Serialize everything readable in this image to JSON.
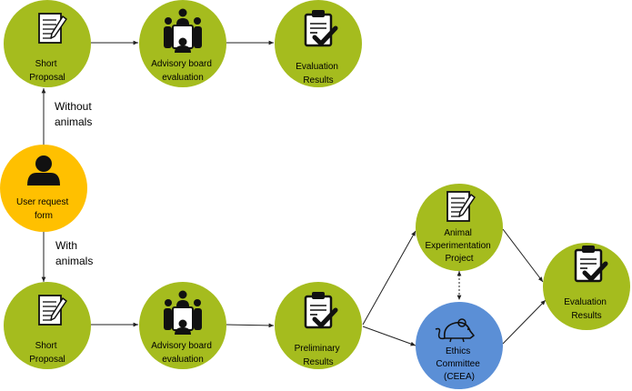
{
  "colors": {
    "node_green": "#A5BC1E",
    "node_yellow": "#FFC000",
    "node_blue": "#5B8FD6",
    "edge": "#222222"
  },
  "nodes": {
    "user_request": {
      "lines": [
        "User request",
        "form"
      ],
      "icon": "person-icon"
    },
    "short_proposal_top": {
      "lines": [
        "Short",
        "Proposal"
      ],
      "icon": "document-pen-icon"
    },
    "advisory_top": {
      "lines": [
        "Advisory board",
        "evaluation"
      ],
      "icon": "meeting-table-icon"
    },
    "evaluation_top": {
      "lines": [
        "Evaluation",
        "Results"
      ],
      "icon": "clipboard-check-icon"
    },
    "short_proposal_bottom": {
      "lines": [
        "Short",
        "Proposal"
      ],
      "icon": "document-pen-icon"
    },
    "advisory_bottom": {
      "lines": [
        "Advisory board",
        "evaluation"
      ],
      "icon": "meeting-table-icon"
    },
    "preliminary": {
      "lines": [
        "Preliminary",
        "Results"
      ],
      "icon": "clipboard-check-icon"
    },
    "animal_project": {
      "lines": [
        "Animal",
        "Experimentation",
        "Project"
      ],
      "icon": "document-pen-icon"
    },
    "ethics": {
      "lines": [
        "Ethics",
        "Committee",
        "(CEEA)"
      ],
      "icon": "mouse-icon"
    },
    "evaluation_final": {
      "lines": [
        "Evaluation",
        "Results"
      ],
      "icon": "clipboard-check-icon"
    }
  },
  "edge_labels": {
    "without_animals": [
      "Without",
      "animals"
    ],
    "with_animals": [
      "With",
      "animals"
    ]
  }
}
